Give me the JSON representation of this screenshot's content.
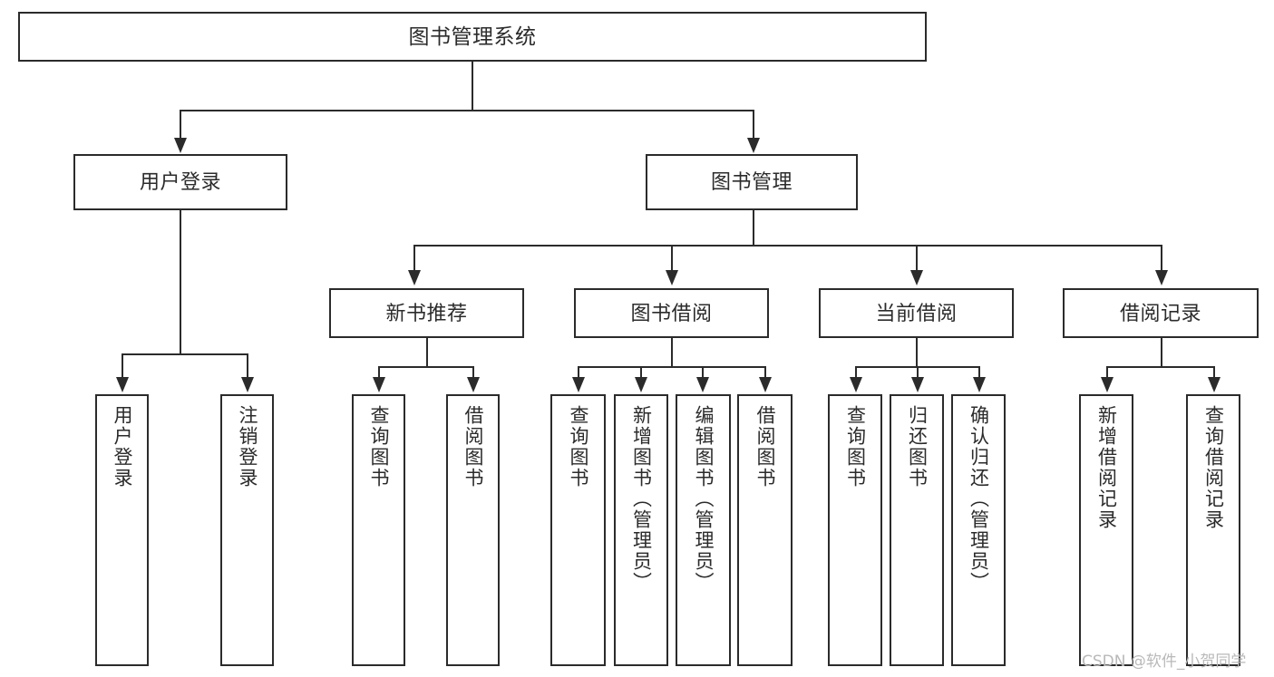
{
  "diagram": {
    "title": "图书管理系统",
    "type": "hierarchy-tree",
    "watermark": "CSDN @软件_小贺同学",
    "colors": {
      "stroke": "#2b2b2b",
      "fill": "#ffffff",
      "background": "#ffffff",
      "watermark": "#b9b9b9"
    },
    "levels": {
      "level1": [
        "图书管理系统"
      ],
      "level2": [
        "用户登录",
        "图书管理"
      ],
      "level3": [
        "新书推荐",
        "图书借阅",
        "当前借阅",
        "借阅记录"
      ],
      "level4": [
        "用户登录",
        "注销登录",
        "查询图书",
        "借阅图书",
        "查询图书",
        "新增图书（管理员）",
        "编辑图书（管理员）",
        "借阅图书",
        "查询图书",
        "归还图书",
        "确认归还（管理员）",
        "新增借阅记录",
        "查询借阅记录"
      ]
    },
    "nodes": {
      "root": {
        "label": "图书管理系统"
      },
      "user_login": {
        "label": "用户登录"
      },
      "book_mgmt": {
        "label": "图书管理"
      },
      "new_book_rec": {
        "label": "新书推荐"
      },
      "book_borrow": {
        "label": "图书借阅"
      },
      "current_borrow": {
        "label": "当前借阅"
      },
      "borrow_record": {
        "label": "借阅记录"
      },
      "leaf_user_login": {
        "label": "用户登录"
      },
      "leaf_logout": {
        "label": "注销登录"
      },
      "leaf_query_book_1": {
        "label": "查询图书"
      },
      "leaf_borrow_book_1": {
        "label": "借阅图书"
      },
      "leaf_query_book_2": {
        "label": "查询图书"
      },
      "leaf_add_book": {
        "label": "新增图书（管理员）"
      },
      "leaf_edit_book": {
        "label": "编辑图书（管理员）"
      },
      "leaf_borrow_book_2": {
        "label": "借阅图书"
      },
      "leaf_query_book_3": {
        "label": "查询图书"
      },
      "leaf_return_book": {
        "label": "归还图书"
      },
      "leaf_confirm_return": {
        "label": "确认归还（管理员）"
      },
      "leaf_add_record": {
        "label": "新增借阅记录"
      },
      "leaf_query_record": {
        "label": "查询借阅记录"
      }
    }
  }
}
